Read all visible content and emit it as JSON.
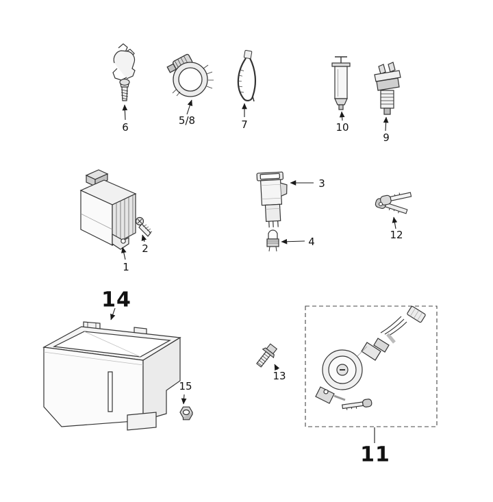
{
  "diagram": {
    "background": "#ffffff",
    "line_color": "#333333",
    "callout_color": "#111111"
  },
  "parts": {
    "p1": {
      "label": "1",
      "name": "cdi-control-unit"
    },
    "p2": {
      "label": "2",
      "name": "mounting-screw"
    },
    "p3": {
      "label": "3",
      "name": "push-button-switch"
    },
    "p4": {
      "label": "4",
      "name": "indicator-bulb"
    },
    "p5_8": {
      "label": "5/8",
      "name": "hose-clamp"
    },
    "p6": {
      "label": "6",
      "name": "harness-clip-with-screw"
    },
    "p7": {
      "label": "7",
      "name": "cable-tie"
    },
    "p9": {
      "label": "9",
      "name": "stop-light-switch"
    },
    "p10": {
      "label": "10",
      "name": "sealant-tube"
    },
    "p11": {
      "label": "11",
      "name": "ignition-lock-assembly"
    },
    "p12": {
      "label": "12",
      "name": "spare-keys"
    },
    "p13": {
      "label": "13",
      "name": "flange-bolt"
    },
    "p14": {
      "label": "14",
      "name": "battery-box"
    },
    "p15": {
      "label": "15",
      "name": "hex-nut"
    }
  }
}
